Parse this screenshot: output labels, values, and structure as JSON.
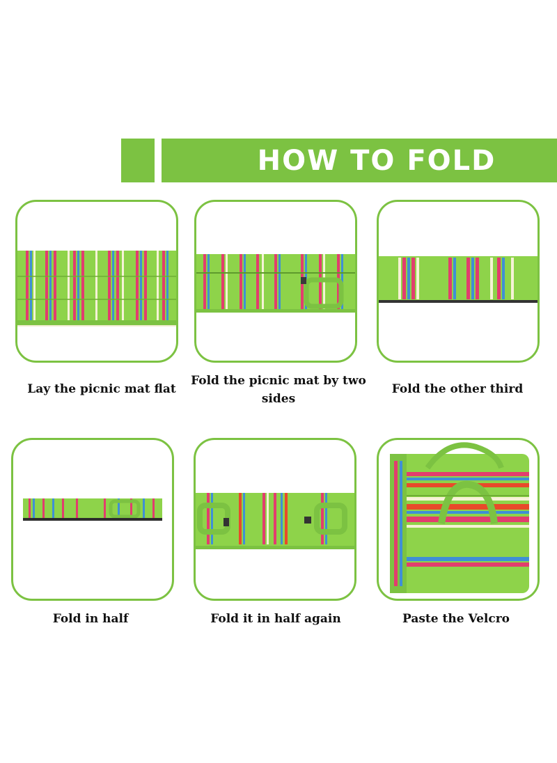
{
  "header": {
    "title": "HOW TO FOLD"
  },
  "steps": [
    {
      "caption": "Lay the picnic mat flat"
    },
    {
      "caption": "Fold the picnic mat by two sides"
    },
    {
      "caption": "Fold the other third"
    },
    {
      "caption": "Fold in half"
    },
    {
      "caption": "Fold it in half again"
    },
    {
      "caption": "Paste the Velcro"
    }
  ],
  "colors": {
    "accent": "#7cc242",
    "mat_green": "#8ed34a",
    "stripe_pink": "#e23d6e",
    "stripe_blue": "#3f8fd6",
    "stripe_cream": "#f6f2d6",
    "stripe_red": "#e84a2a"
  }
}
